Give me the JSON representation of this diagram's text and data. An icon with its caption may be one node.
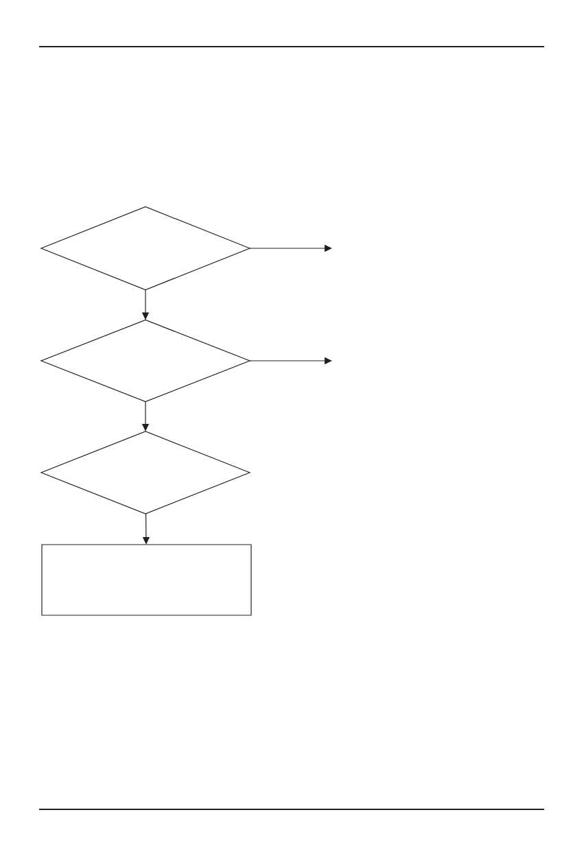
{
  "diagram": {
    "nodes": [
      {
        "text": [],
        "shape": "diamond"
      },
      {
        "text": [],
        "shape": "diamond"
      },
      {
        "text": [],
        "shape": "diamond"
      },
      {
        "text": [],
        "shape": "box"
      }
    ],
    "edges": [
      {
        "from": 0,
        "to": null,
        "arrow": "to"
      },
      {
        "from": 0,
        "to": 1,
        "arrow": "to"
      },
      {
        "from": 1,
        "to": null,
        "arrow": "to"
      },
      {
        "from": 1,
        "to": 2,
        "arrow": "to"
      },
      {
        "from": 2,
        "to": 3,
        "arrow": "to"
      }
    ]
  }
}
